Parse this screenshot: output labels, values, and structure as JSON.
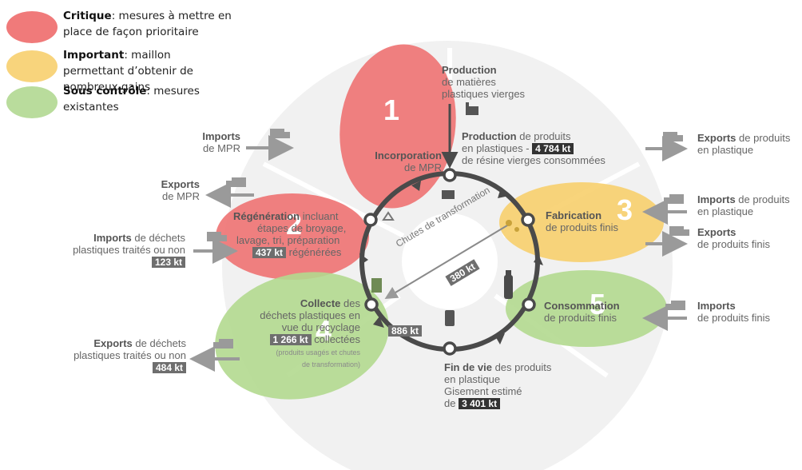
{
  "legend": [
    {
      "bold": "Critique",
      "text": ": mesures à mettre en place de façon prioritaire",
      "color": "#f07a7a"
    },
    {
      "bold": "Important",
      "text": ": maillon permettant d’obtenir de nombreux gains",
      "color": "#f8d47c"
    },
    {
      "bold": "Sous contrôle",
      "text": ": mesures existantes",
      "color": "#b9dc9c"
    }
  ],
  "zones": {
    "z1": "1",
    "z2": "2",
    "z3": "3",
    "z4": "4",
    "z5": "5",
    "colors": {
      "critique": "#ee6e6e",
      "important": "#f7cf6d",
      "controle": "#b3d98f"
    }
  },
  "production": {
    "title": "Production",
    "line2": "de matières",
    "line3": "plastiques vierges"
  },
  "production_produits": {
    "bold": "Production",
    "text1": " de produits",
    "text2": "en plastiques - ",
    "badge": "4 784 kt",
    "text3": "de résine vierges consommées"
  },
  "incorporation": {
    "bold": "Incorporation",
    "text": "de MPR"
  },
  "imports_mpr": {
    "bold": "Imports",
    "text": "de MPR"
  },
  "exports_mpr": {
    "bold": "Exports",
    "text": "de MPR"
  },
  "regeneration": {
    "bold": "Régénération",
    "text1": " incluant",
    "text2": "étapes de broyage,",
    "text3": "lavage, tri, préparation",
    "badge": "437 kt",
    "text4": " régénérées"
  },
  "imports_dechets": {
    "bold": "Imports",
    "text1": " de déchets",
    "text2": "plastiques traités ou non",
    "badge": "123 kt"
  },
  "exports_produits_plastique": {
    "bold": "Exports",
    "text1": " de produits",
    "text2": "en plastique"
  },
  "fabrication": {
    "bold": "Fabrication",
    "text": "de produits finis"
  },
  "imports_produits_plastique": {
    "bold": "Imports",
    "text1": " de produits",
    "text2": "en plastique"
  },
  "exports_produits_finis": {
    "bold": "Exports",
    "text": "de produits finis"
  },
  "chutes": {
    "text": "Chutes de transformation",
    "badge": "380 kt"
  },
  "consommation": {
    "bold": "Consommation",
    "text": "de produits finis"
  },
  "imports_produits_finis": {
    "bold": "Imports",
    "text": "de produits finis"
  },
  "collecte": {
    "bold": "Collecte",
    "text1": " des",
    "text2": "déchets plastiques en",
    "text3": "vue du recyclage",
    "badge": "1 266 kt",
    "text4": " collectées",
    "note1": "(produits usagés et chutes",
    "note2": "de transformation)"
  },
  "flux_886": {
    "badge": "886 kt"
  },
  "exports_dechets": {
    "bold": "Exports",
    "text1": " de déchets",
    "text2": "plastiques traités ou non",
    "badge": "484 kt"
  },
  "fin_de_vie": {
    "bold": "Fin de vie",
    "text1": " des produits",
    "text2": "en plastique",
    "text3": "Gisement estimé",
    "text4": "de ",
    "badge": "3 401 kt"
  }
}
